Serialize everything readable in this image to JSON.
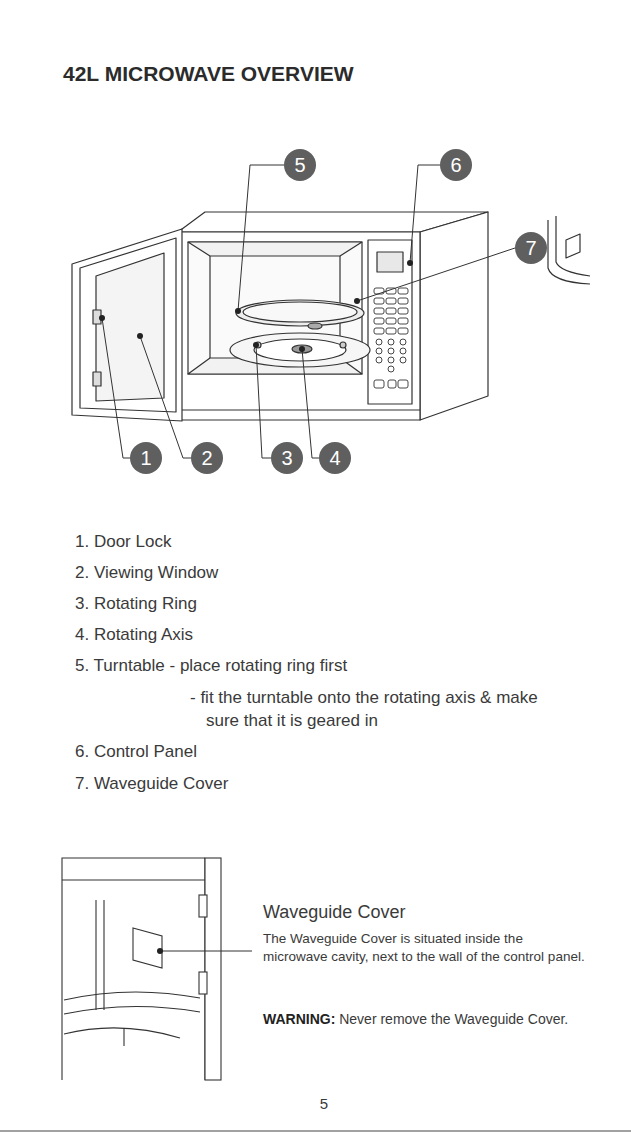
{
  "diagram": {
    "title": "42L MICROWAVE OVERVIEW",
    "nodes": [
      {
        "text": [
          "5"
        ]
      },
      {
        "text": [
          "6"
        ]
      },
      {
        "text": [
          "7"
        ]
      },
      {
        "text": [
          "1"
        ]
      },
      {
        "text": [
          "2"
        ]
      },
      {
        "text": [
          "3"
        ]
      },
      {
        "text": [
          "4"
        ]
      }
    ],
    "labels": [
      "1. Door Lock",
      "2. Viewing Window",
      "3. Rotating Ring",
      "4. Rotating Axis",
      "5. Turntable - place rotating ring first",
      "- fit the turntable onto the rotating axis & make sure that it is geared in",
      "6. Control Panel",
      "7. Waveguide Cover",
      "Waveguide Cover",
      "The Waveguide Cover is situated inside the microwave cavity, next to the wall of the control panel.",
      "WARNING:",
      "Never remove the Waveguide Cover.",
      "5"
    ]
  }
}
